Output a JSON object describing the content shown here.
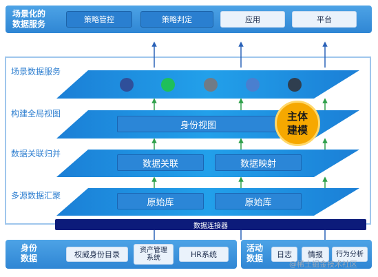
{
  "top": {
    "title": "场景化的\n数据服务",
    "buttons": [
      "策略管控",
      "策略判定",
      "应用",
      "平台"
    ]
  },
  "layers": [
    {
      "label": "场景数据服务"
    },
    {
      "label": "构建全局视图",
      "boxes": [
        "身份视图"
      ]
    },
    {
      "label": "数据关联归并",
      "boxes": [
        "数据关联",
        "数据映射"
      ]
    },
    {
      "label": "多源数据汇聚",
      "boxes": [
        "原始库",
        "原始库"
      ]
    }
  ],
  "badge": "主体\n建模",
  "connector": "数据连接器",
  "bottom_left": {
    "title": "身份\n数据",
    "buttons": [
      "权威身份目录",
      "资产管理\n系统",
      "HR系统"
    ]
  },
  "bottom_right": {
    "title": "活动\n数据",
    "buttons": [
      "日志",
      "情报",
      "行为分析"
    ]
  },
  "watermark": "@稀土掘金技术社区",
  "colors": {
    "layer_fill": "#1f8fe0",
    "dots": [
      "#2f4f9a",
      "#1fbf5a",
      "#707b86",
      "#4a7fcf",
      "#2f3e4f"
    ]
  }
}
